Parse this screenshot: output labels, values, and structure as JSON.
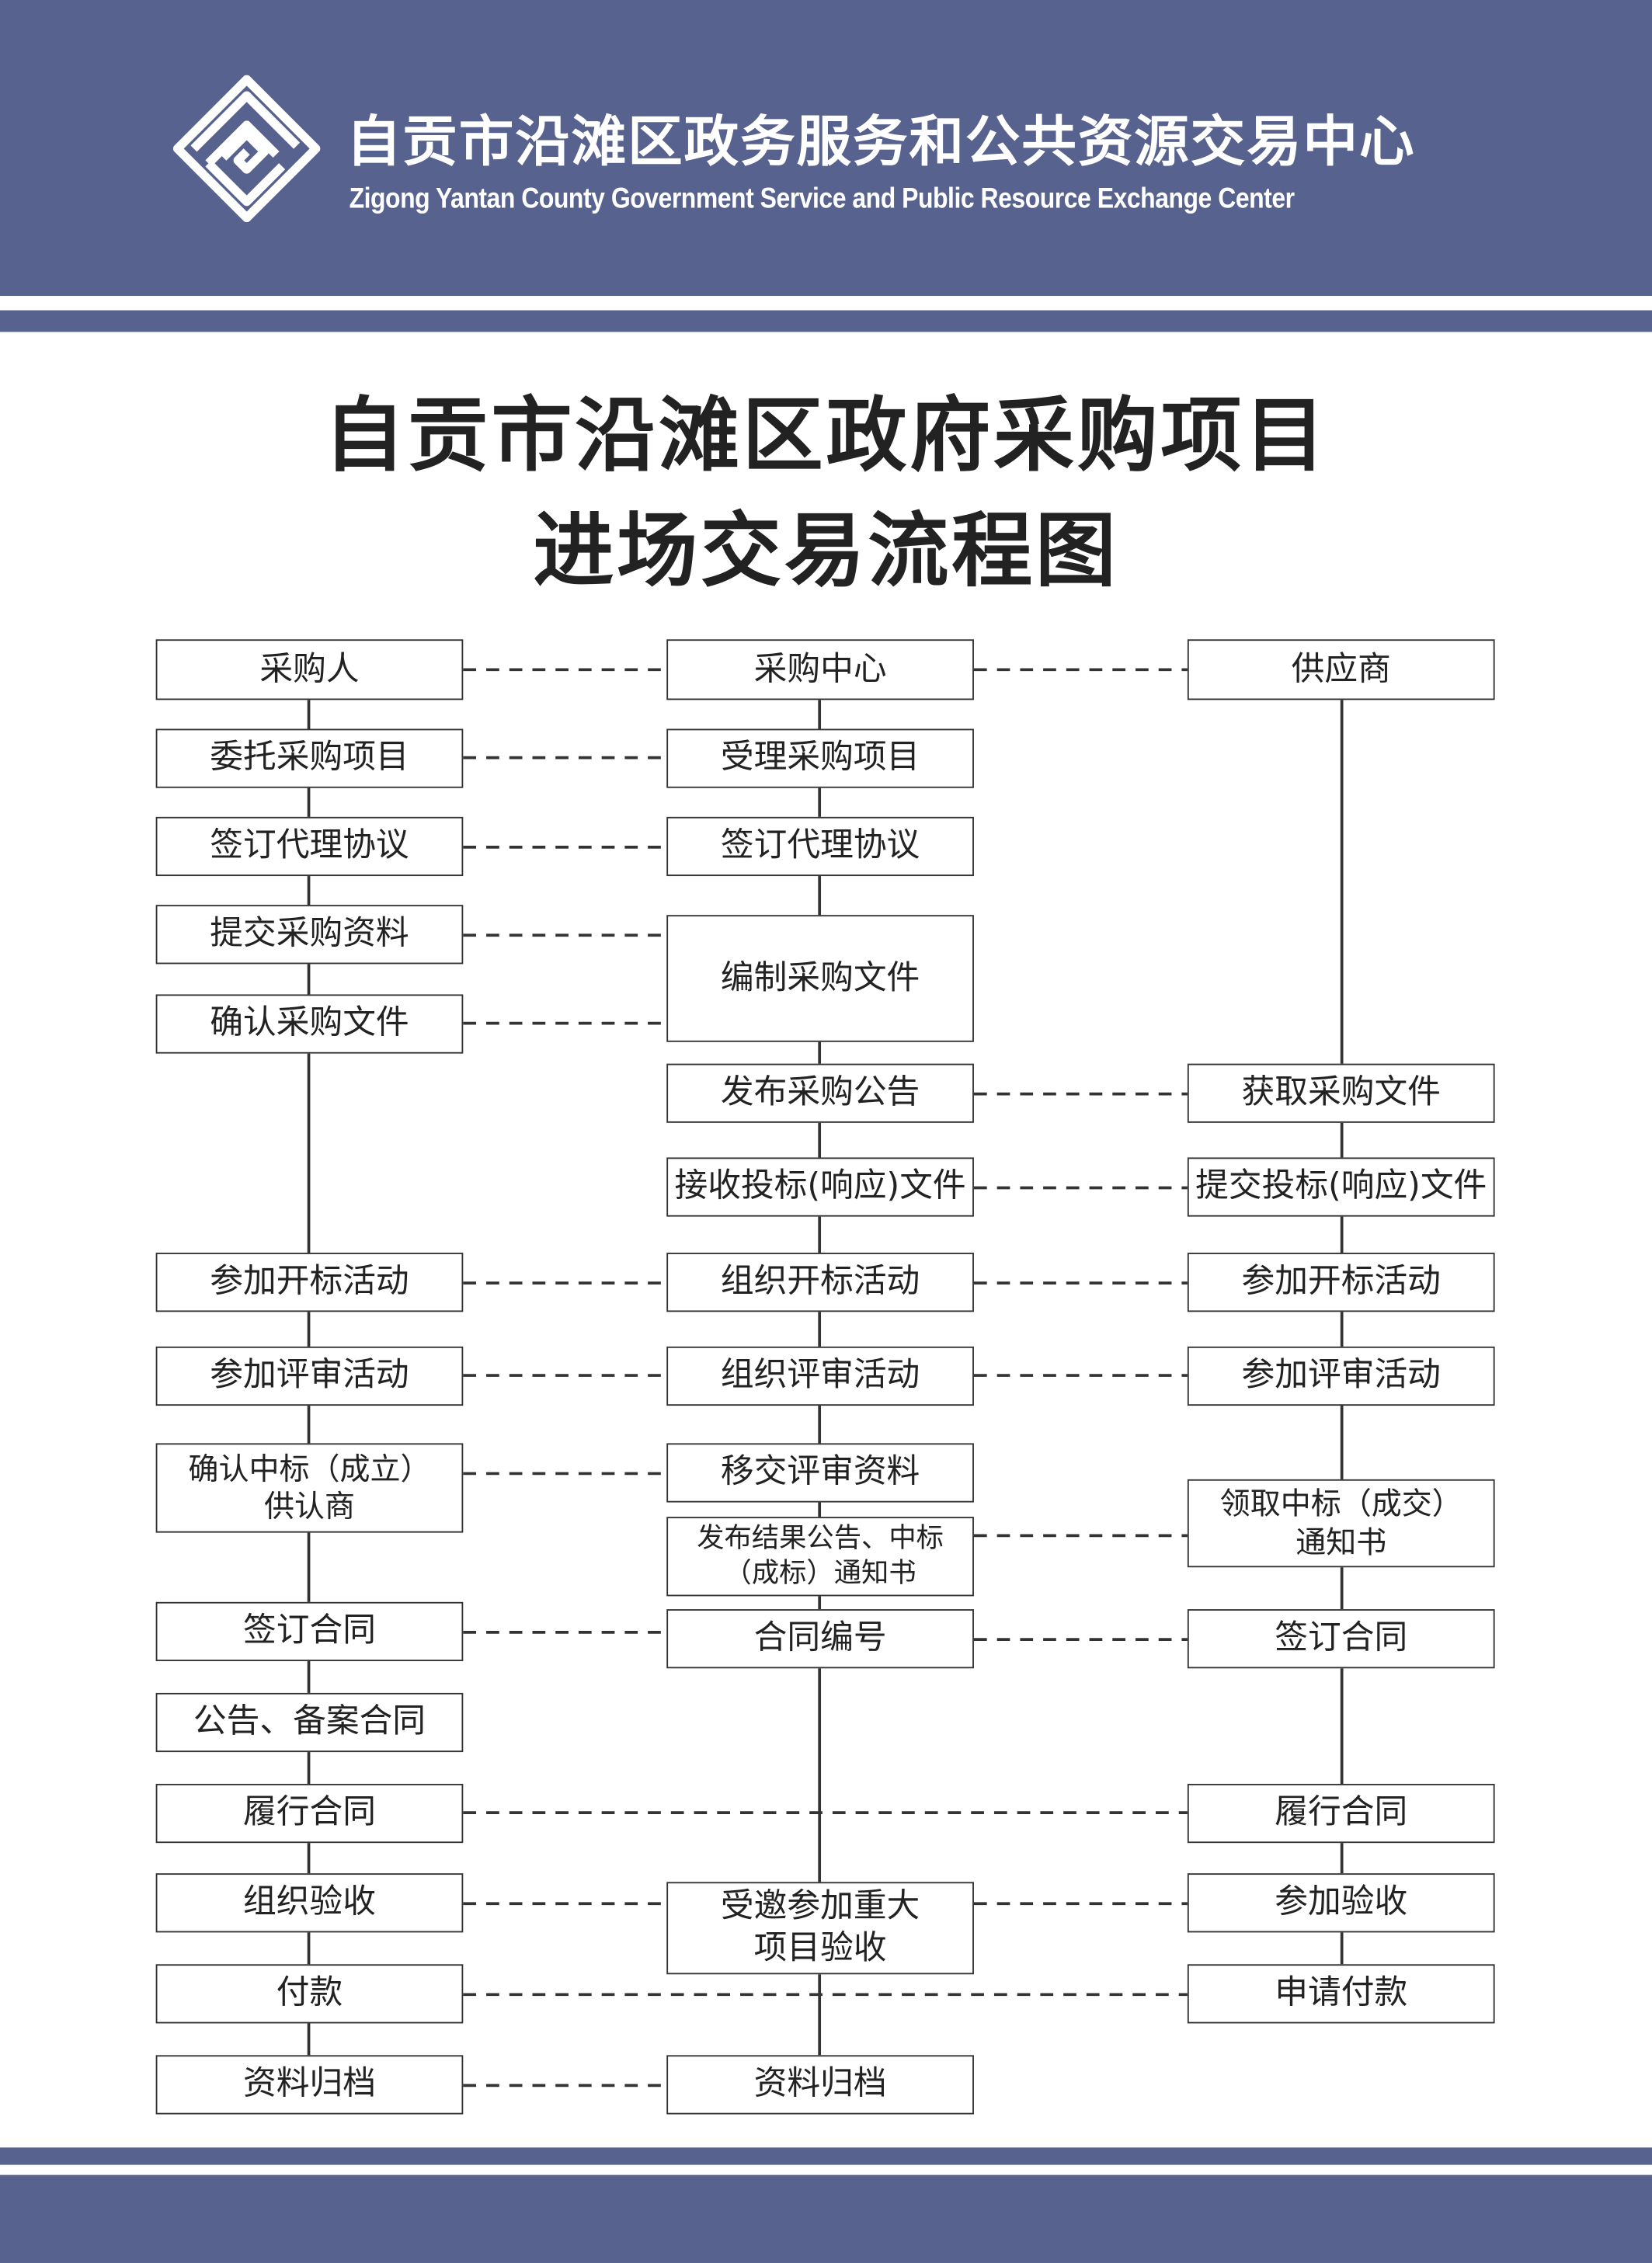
{
  "header": {
    "org_cn": "自贡市沿滩区政务服务和公共资源交易中心",
    "org_en": "Zigong Yantan County Government Service and Public Resource Exchange Center"
  },
  "title": {
    "line1": "自贡市沿滩区政府采购项目",
    "line2": "进场交易流程图"
  },
  "colors": {
    "band": "#58628f",
    "border": "#333333"
  },
  "flow": {
    "purchaser": [
      "采购人",
      "委托采购项目",
      "签订代理协议",
      "提交采购资料",
      "确认采购文件",
      "参加开标活动",
      "参加评审活动",
      "确认中标（成立）\n供认商",
      "签订合同",
      "公告、备案合同",
      "履行合同",
      "组织验收",
      "付款",
      "资料归档"
    ],
    "center": [
      "采购中心",
      "受理采购项目",
      "签订代理协议",
      "编制采购文件",
      "发布采购公告",
      "接收投标(响应)文件",
      "组织开标活动",
      "组织评审活动",
      "移交评审资料",
      "发布结果公告、中标\n（成标）通知书",
      "合同编号",
      "受邀参加重大\n项目验收",
      "资料归档"
    ],
    "supplier": [
      "供应商",
      "获取采购文件",
      "提交投标(响应)文件",
      "参加开标活动",
      "参加评审活动",
      "领取中标（成交）\n通知书",
      "签订合同",
      "履行合同",
      "参加验收",
      "申请付款"
    ]
  }
}
